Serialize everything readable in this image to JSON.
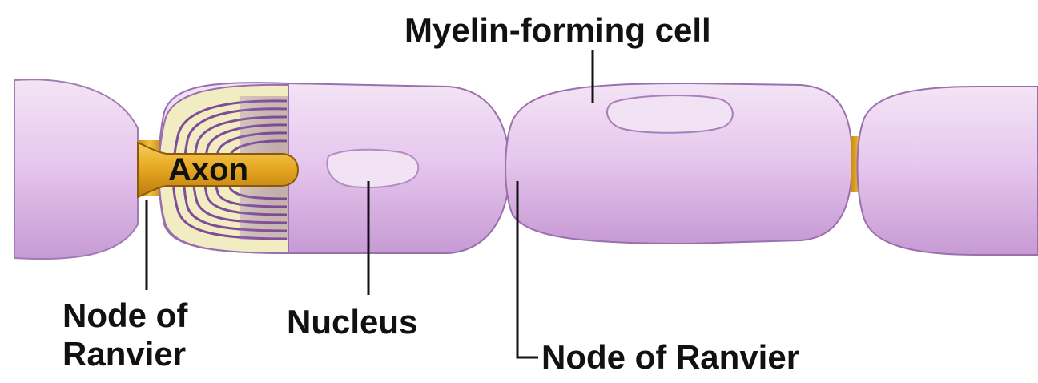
{
  "labels": {
    "axon": "Axon",
    "myelin_forming_cell": "Myelin-forming cell",
    "node_of_ranvier_left_line1": "Node of",
    "node_of_ranvier_left_line2": "Ranvier",
    "nucleus": "Nucleus",
    "node_of_ranvier_right": "Node of Ranvier"
  },
  "colors": {
    "myelin": "#e6c6ec",
    "myelin_outline": "#9a6fae",
    "axon": "#e2a21e",
    "lamellae": "#7f4d98",
    "cytoplasm_cream": "#f2ecc2"
  }
}
